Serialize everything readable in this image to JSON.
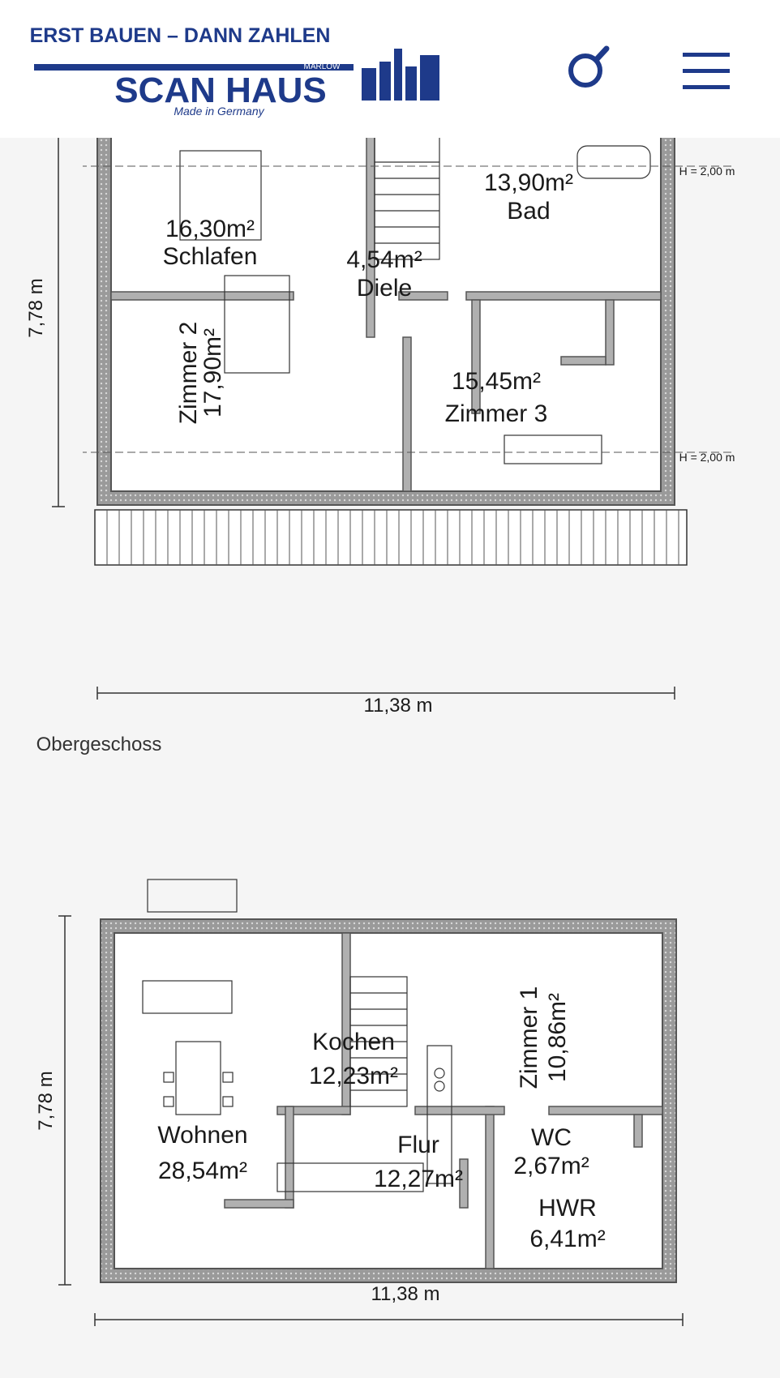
{
  "header": {
    "brand": "SCAN HAUS",
    "brand_sub": "MARLOW",
    "made_in": "Made in Germany",
    "tagline": "ERST BAUEN – DANN ZAHLEN",
    "search_icon": "search-icon",
    "menu_icon": "hamburger-menu-icon"
  },
  "erdgeschoss": {
    "width_dim": "11,38 m",
    "depth_dim": "7,78 m",
    "rooms": {
      "zimmer1": {
        "name": "Zimmer 1",
        "area": "10,86m²"
      },
      "wc": {
        "name": "WC",
        "area": "2,67m²"
      },
      "hwr": {
        "name": "HWR",
        "area": "6,41m²"
      },
      "kochen": {
        "name": "Kochen",
        "area": "12,23m²"
      },
      "flur": {
        "name": "Flur",
        "area": "12,27m²"
      },
      "wohnen": {
        "name": "Wohnen",
        "area": "28,54m²"
      }
    }
  },
  "obergeschoss": {
    "title": "Obergeschoss",
    "width_dim": "11,38 m",
    "depth_dim": "7,78 m",
    "height_note_1": "H = 2,00 m",
    "height_note_2": "H = 2,00 m",
    "rooms": {
      "zimmer3": {
        "name": "Zimmer 3",
        "area": "15,45m²"
      },
      "zimmer2": {
        "name": "Zimmer 2",
        "area": "17,90m²"
      },
      "diele": {
        "name": "Diele",
        "area": "4,54m²"
      },
      "schlafen": {
        "name": "Schlafen",
        "area": "16,30m²"
      },
      "bad": {
        "name": "Bad",
        "area": "13,90m²"
      }
    }
  },
  "colors": {
    "brand_blue": "#1e3a8a",
    "wall": "#8a8a8a",
    "background": "#f5f5f5"
  }
}
